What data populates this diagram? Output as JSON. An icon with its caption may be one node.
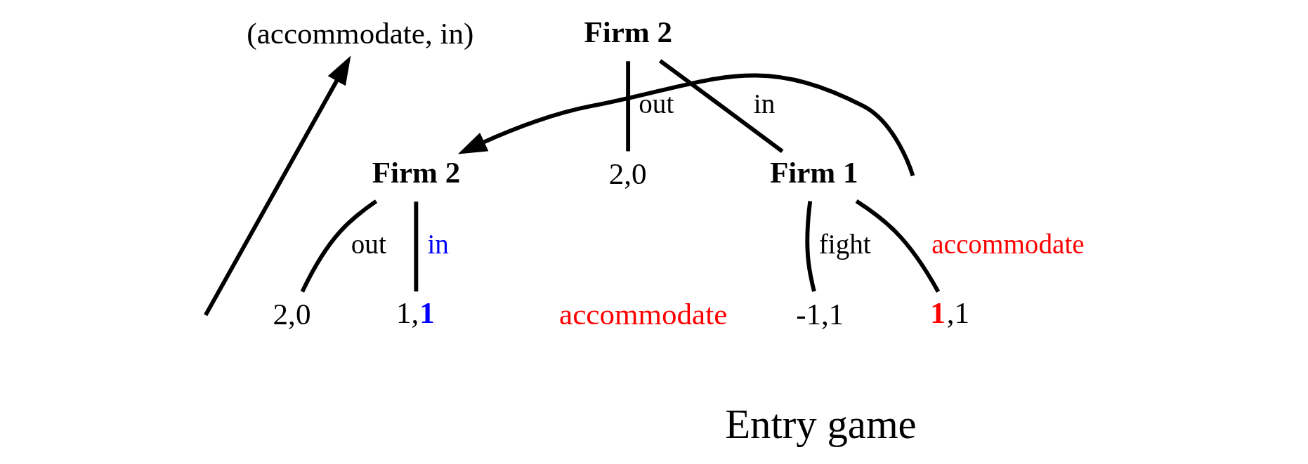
{
  "diagram": {
    "nodes": [
      {
        "text": [
          "Firm 2"
        ]
      },
      {
        "text": [
          "2,0"
        ]
      },
      {
        "text": [
          "Firm 1"
        ]
      },
      {
        "text": [
          "-1,1"
        ]
      },
      {
        "text": [
          "**1**,1"
        ]
      },
      {
        "text": [
          "Firm 2"
        ]
      },
      {
        "text": [
          "2,0"
        ]
      },
      {
        "text": [
          "1,**1**"
        ],
        "beside": [
          "accommodate"
        ]
      },
      {
        "text": [
          "(accommodate, in)"
        ]
      }
    ],
    "edges": [
      {
        "from": 0,
        "to": 1,
        "arrow": "none",
        "label": "out"
      },
      {
        "from": 0,
        "to": 2,
        "arrow": "none",
        "label": "in"
      },
      {
        "from": 2,
        "to": 3,
        "arrow": "none",
        "label": "fight"
      },
      {
        "from": 2,
        "to": 4,
        "arrow": "none",
        "label": "accommodate"
      },
      {
        "from": 5,
        "to": 6,
        "arrow": "none",
        "label": "out"
      },
      {
        "from": 5,
        "to": 7,
        "arrow": "none",
        "label": "in"
      },
      {
        "from": null,
        "to": 5,
        "arrow": "to"
      },
      {
        "from": null,
        "to": 8,
        "arrow": "to"
      }
    ],
    "labels": [
      "Entry game"
    ]
  }
}
